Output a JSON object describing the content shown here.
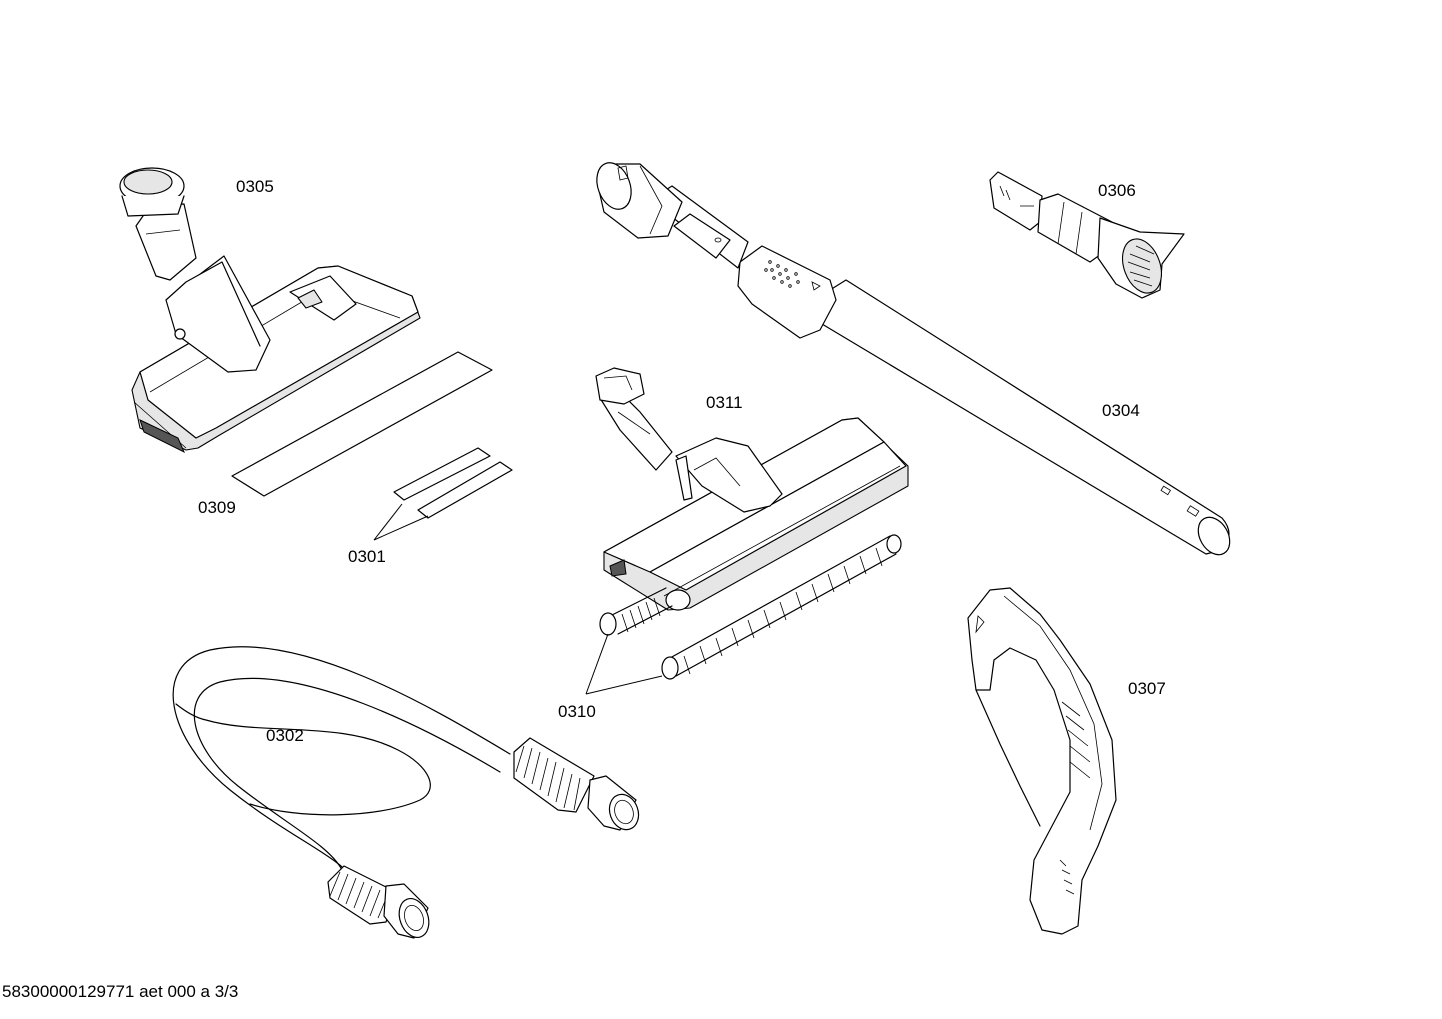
{
  "parts": [
    {
      "id": "nozzle-0305",
      "label": "0305"
    },
    {
      "id": "crevice-0306",
      "label": "0306"
    },
    {
      "id": "tube-0304",
      "label": "0304"
    },
    {
      "id": "nozzle-0311",
      "label": "0311"
    },
    {
      "id": "strips-0309",
      "label": "0309"
    },
    {
      "id": "strips-0301",
      "label": "0301"
    },
    {
      "id": "brushes-0310",
      "label": "0310"
    },
    {
      "id": "hose-0302",
      "label": "0302"
    },
    {
      "id": "handle-0307",
      "label": "0307"
    }
  ],
  "footer": "58300000129771 aet 000 a 3/3"
}
